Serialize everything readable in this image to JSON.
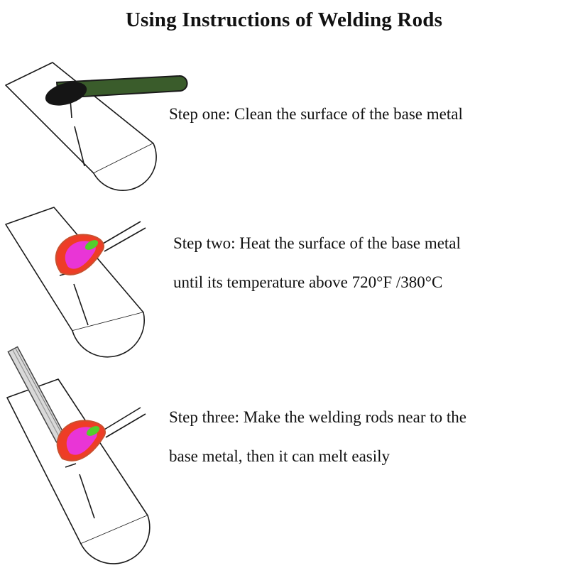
{
  "page": {
    "title": "Using Instructions of Welding Rods"
  },
  "steps": [
    {
      "name": "step-one",
      "lines": [
        "Step one: Clean the surface of the base metal"
      ]
    },
    {
      "name": "step-two",
      "lines": [
        "Step two: Heat the surface of the base metal",
        "until its temperature above 720°F /380°C"
      ]
    },
    {
      "name": "step-three",
      "lines": [
        "Step three: Make the welding rods near to the",
        "base metal, then it can melt easily"
      ]
    }
  ],
  "colors": {
    "background": "#ffffff",
    "text": "#111111",
    "outline": "#1a1a1a",
    "brush_handle": "#3a5c2b",
    "brush_bristles": "#151515",
    "flame_outer": "#ee3d26",
    "flame_outer_edge": "#c9512f",
    "flame_mid": "#e935d6",
    "flame_tip": "#52cf2c",
    "rod_fill": "#d9d9d9",
    "rod_edge": "#444444"
  }
}
